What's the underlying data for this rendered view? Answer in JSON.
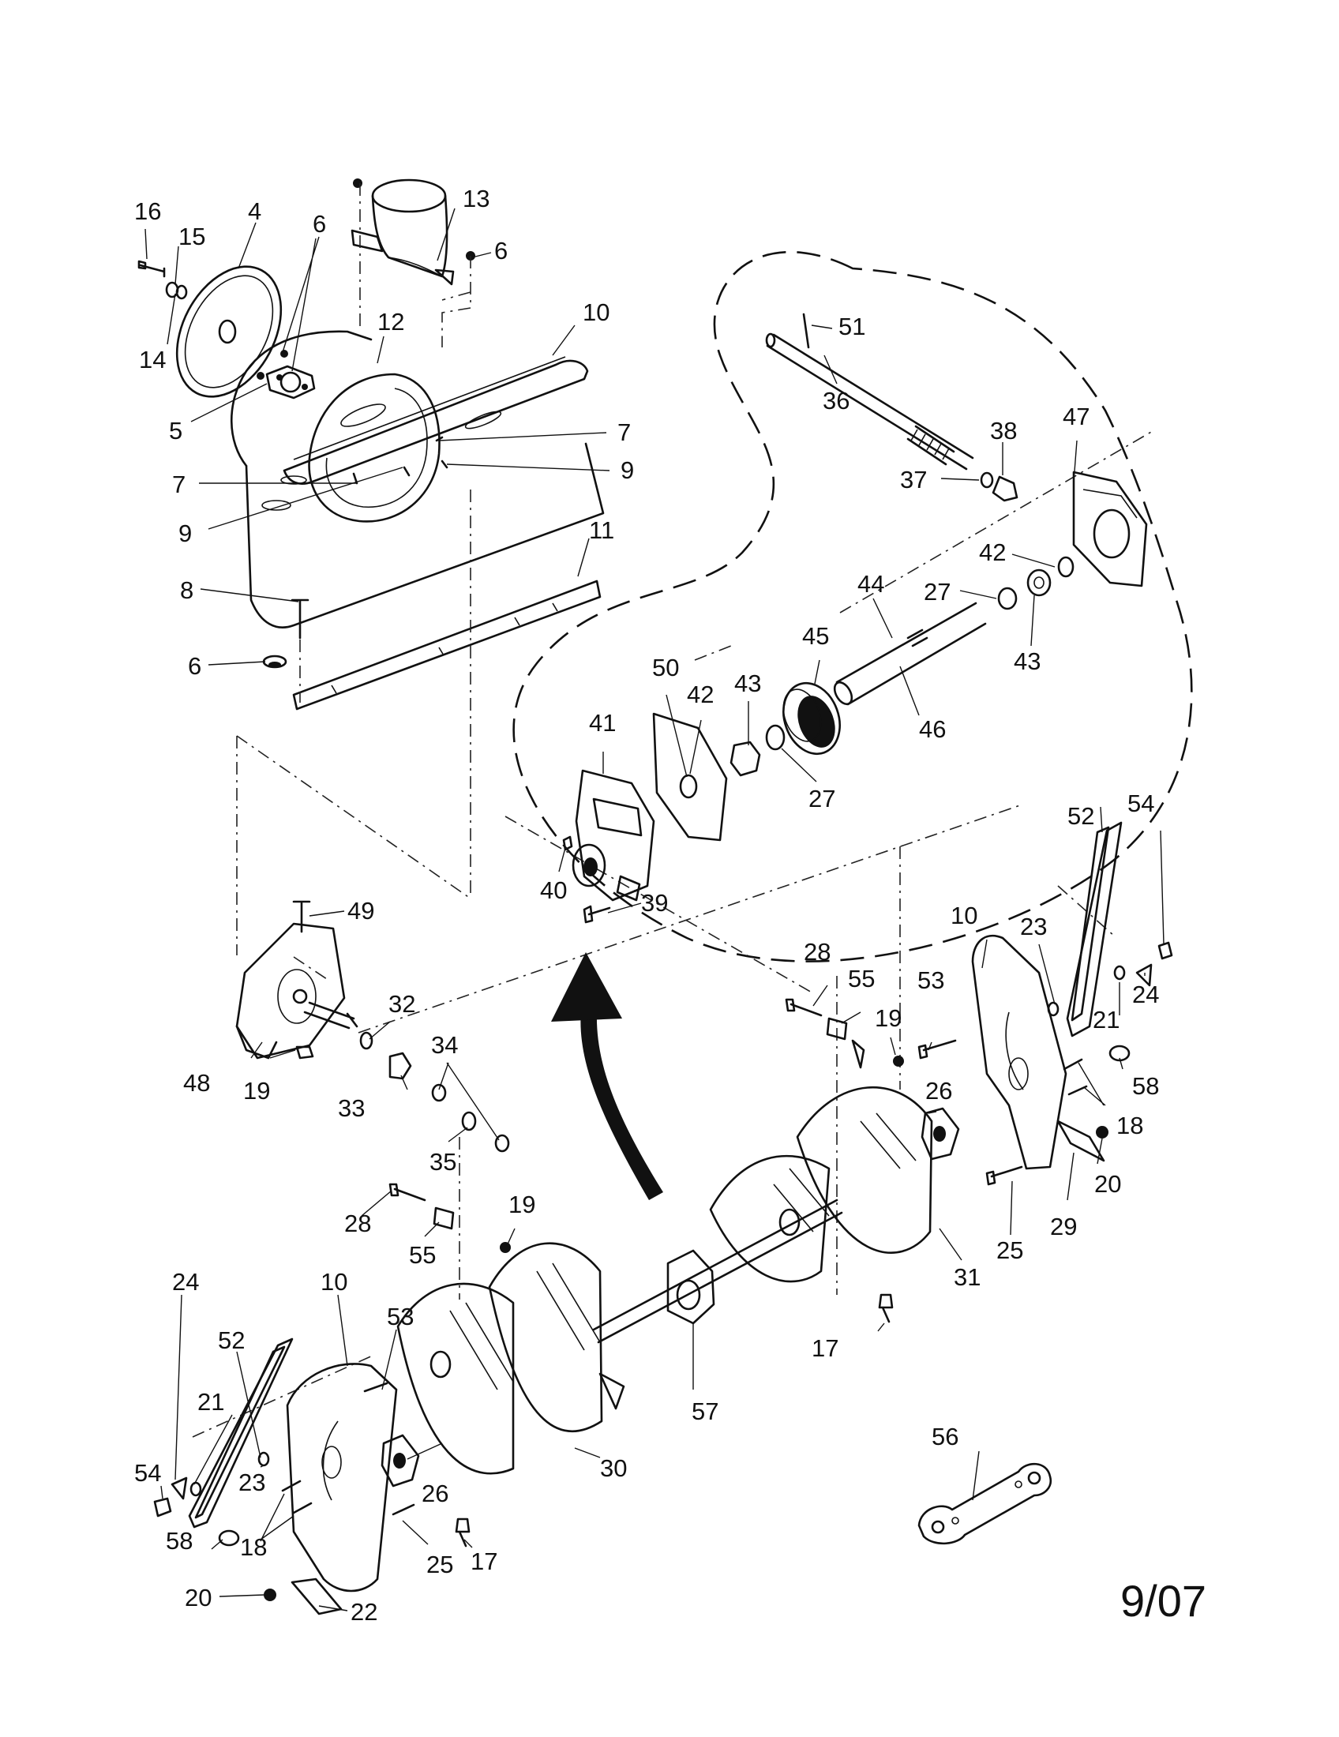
{
  "date_code": "9/07",
  "callouts": [
    {
      "id": "c1",
      "label": "16"
    },
    {
      "id": "c2",
      "label": "15"
    },
    {
      "id": "c3",
      "label": "4"
    },
    {
      "id": "c4",
      "label": "6"
    },
    {
      "id": "c5",
      "label": "13"
    },
    {
      "id": "c6",
      "label": "6"
    },
    {
      "id": "c7",
      "label": "14"
    },
    {
      "id": "c8",
      "label": "12"
    },
    {
      "id": "c9",
      "label": "10"
    },
    {
      "id": "c10",
      "label": "5"
    },
    {
      "id": "c11",
      "label": "7"
    },
    {
      "id": "c12",
      "label": "7"
    },
    {
      "id": "c13",
      "label": "9"
    },
    {
      "id": "c14",
      "label": "9"
    },
    {
      "id": "c15",
      "label": "11"
    },
    {
      "id": "c16",
      "label": "8"
    },
    {
      "id": "c17",
      "label": "6"
    },
    {
      "id": "c18",
      "label": "51"
    },
    {
      "id": "c19",
      "label": "36"
    },
    {
      "id": "c20",
      "label": "38"
    },
    {
      "id": "c21",
      "label": "47"
    },
    {
      "id": "c22",
      "label": "37"
    },
    {
      "id": "c23",
      "label": "42"
    },
    {
      "id": "c24",
      "label": "44"
    },
    {
      "id": "c25",
      "label": "27"
    },
    {
      "id": "c26",
      "label": "43"
    },
    {
      "id": "c27",
      "label": "45"
    },
    {
      "id": "c28",
      "label": "50"
    },
    {
      "id": "c29",
      "label": "42"
    },
    {
      "id": "c30",
      "label": "43"
    },
    {
      "id": "c31",
      "label": "41"
    },
    {
      "id": "c32",
      "label": "46"
    },
    {
      "id": "c33",
      "label": "27"
    },
    {
      "id": "c34",
      "label": "40"
    },
    {
      "id": "c35",
      "label": "39"
    },
    {
      "id": "c36",
      "label": "49"
    },
    {
      "id": "c37",
      "label": "52"
    },
    {
      "id": "c38",
      "label": "54"
    },
    {
      "id": "c39",
      "label": "10"
    },
    {
      "id": "c40",
      "label": "23"
    },
    {
      "id": "c41",
      "label": "28"
    },
    {
      "id": "c42",
      "label": "55"
    },
    {
      "id": "c43",
      "label": "53"
    },
    {
      "id": "c44",
      "label": "19"
    },
    {
      "id": "c45",
      "label": "21"
    },
    {
      "id": "c46",
      "label": "24"
    },
    {
      "id": "c47",
      "label": "32"
    },
    {
      "id": "c48",
      "label": "34"
    },
    {
      "id": "c49",
      "label": "48"
    },
    {
      "id": "c50",
      "label": "19"
    },
    {
      "id": "c51",
      "label": "33"
    },
    {
      "id": "c52",
      "label": "26"
    },
    {
      "id": "c53",
      "label": "58"
    },
    {
      "id": "c54",
      "label": "18"
    },
    {
      "id": "c55",
      "label": "35"
    },
    {
      "id": "c56",
      "label": "20"
    },
    {
      "id": "c57",
      "label": "28"
    },
    {
      "id": "c58",
      "label": "19"
    },
    {
      "id": "c59",
      "label": "55"
    },
    {
      "id": "c60",
      "label": "25"
    },
    {
      "id": "c61",
      "label": "29"
    },
    {
      "id": "c62",
      "label": "31"
    },
    {
      "id": "c63",
      "label": "24"
    },
    {
      "id": "c64",
      "label": "10"
    },
    {
      "id": "c65",
      "label": "53"
    },
    {
      "id": "c66",
      "label": "17"
    },
    {
      "id": "c67",
      "label": "52"
    },
    {
      "id": "c68",
      "label": "21"
    },
    {
      "id": "c69",
      "label": "57"
    },
    {
      "id": "c70",
      "label": "56"
    },
    {
      "id": "c71",
      "label": "54"
    },
    {
      "id": "c72",
      "label": "23"
    },
    {
      "id": "c73",
      "label": "26"
    },
    {
      "id": "c74",
      "label": "30"
    },
    {
      "id": "c75",
      "label": "58"
    },
    {
      "id": "c76",
      "label": "18"
    },
    {
      "id": "c77",
      "label": "25"
    },
    {
      "id": "c78",
      "label": "17"
    },
    {
      "id": "c79",
      "label": "20"
    },
    {
      "id": "c80",
      "label": "22"
    }
  ]
}
